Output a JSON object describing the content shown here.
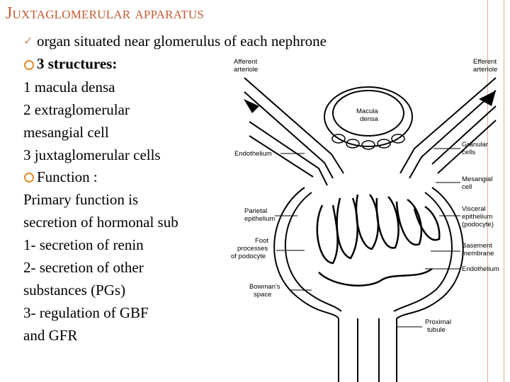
{
  "slide": {
    "title": "Juxtaglomerular apparatus",
    "accent_color": "#c35a35",
    "bullet_icon_colors": {
      "check": "#d28a6c",
      "ring": "#e08b2a"
    },
    "bullets": [
      {
        "icon": "check-icon",
        "text": "organ situated near glomerulus of each nephrone"
      },
      {
        "icon": "ring-bullet-icon",
        "text": "3 structures:"
      }
    ],
    "structures_lines": [
      "1 macula densa",
      "2 extraglomerular",
      "mesangial cell",
      "3 juxtaglomerular cells"
    ],
    "function_heading": "Function :",
    "function_lines": [
      "Primary function is",
      "secretion of hormonal sub",
      "1- secretion of renin",
      "2- secretion of other",
      "substances (PGs)",
      "3- regulation of GBF",
      "and GFR"
    ]
  },
  "diagram": {
    "labels": {
      "afferent_1": "Afferent",
      "afferent_2": "arteriole",
      "efferent_1": "Efferent",
      "efferent_2": "arteriole",
      "macula_1": "Macula",
      "macula_2": "densa",
      "endothelium_top": "Endothelium",
      "granular_1": "Granular",
      "granular_2": "cells",
      "mesangial_1": "Mesangial",
      "mesangial_2": "cell",
      "parietal_1": "Parietal",
      "parietal_2": "epithelium",
      "visceral_1": "Visceral",
      "visceral_2": "epithelium",
      "visceral_3": "(podocyte)",
      "foot_1": "Foot",
      "foot_2": "processes",
      "foot_3": "of podocyte",
      "basement_1": "Basement",
      "basement_2": "membrane",
      "endothelium_bottom": "Endothelium",
      "bowman_1": "Bowman's",
      "bowman_2": "space",
      "proximal_1": "Proximal",
      "proximal_2": "tubule"
    }
  }
}
